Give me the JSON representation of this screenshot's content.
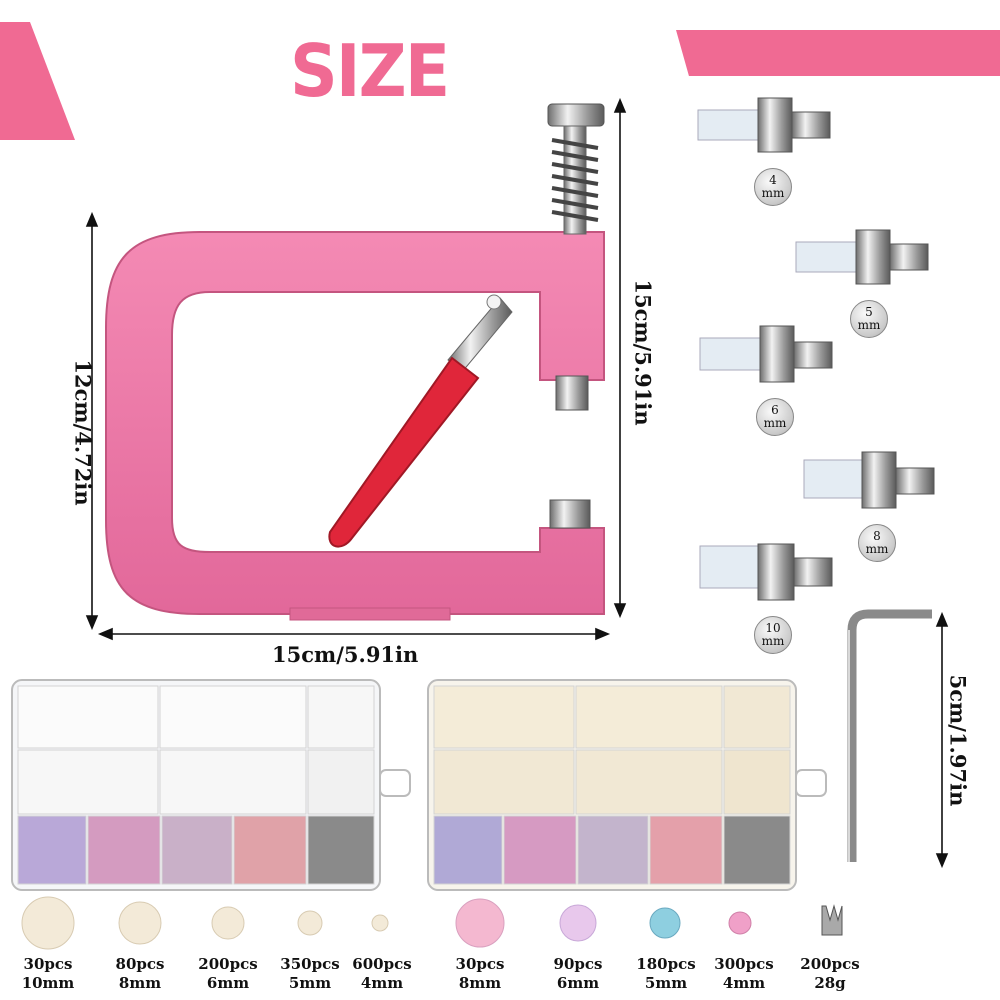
{
  "title": "SIZE",
  "dimensions": {
    "width_bottom": "15cm/5.91in",
    "height_left": "12cm/4.72in",
    "height_right": "15cm/5.91in",
    "wrench": "5cm/1.97in"
  },
  "dies": [
    {
      "num": "4",
      "unit": "mm"
    },
    {
      "num": "5",
      "unit": "mm"
    },
    {
      "num": "6",
      "unit": "mm"
    },
    {
      "num": "8",
      "unit": "mm"
    },
    {
      "num": "10",
      "unit": "mm"
    }
  ],
  "contents": [
    {
      "qty": "30pcs",
      "size": "10mm",
      "kind": "white-pearl"
    },
    {
      "qty": "80pcs",
      "size": "8mm",
      "kind": "white-pearl"
    },
    {
      "qty": "200pcs",
      "size": "6mm",
      "kind": "white-pearl"
    },
    {
      "qty": "350pcs",
      "size": "5mm",
      "kind": "white-pearl"
    },
    {
      "qty": "600pcs",
      "size": "4mm",
      "kind": "white-pearl"
    },
    {
      "qty": "30pcs",
      "size": "8mm",
      "kind": "rainbow-pearl"
    },
    {
      "qty": "90pcs",
      "size": "6mm",
      "kind": "rainbow-pearl"
    },
    {
      "qty": "180pcs",
      "size": "5mm",
      "kind": "rainbow-pearl"
    },
    {
      "qty": "300pcs",
      "size": "4mm",
      "kind": "rainbow-pearl"
    },
    {
      "qty": "200pcs",
      "size": "28g",
      "kind": "metal-rivet"
    }
  ],
  "colors": {
    "accent": "#f06a93",
    "machine": "#ee7aa7",
    "handle": "#e0263a"
  }
}
